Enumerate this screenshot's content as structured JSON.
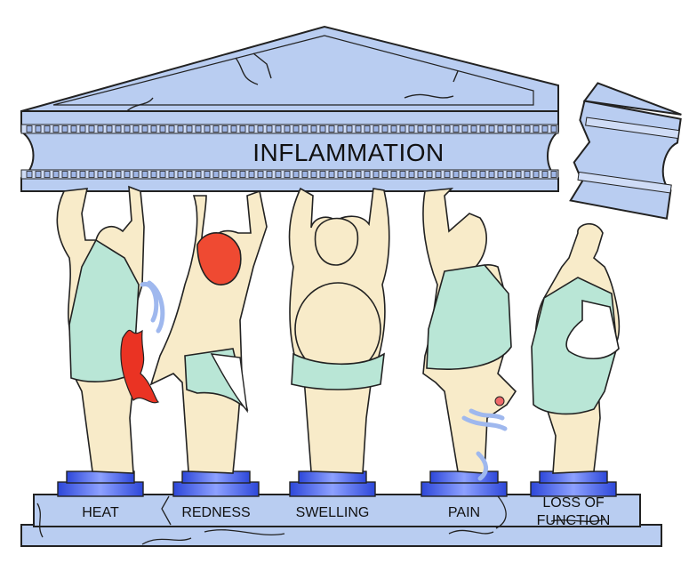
{
  "title": "INFLAMMATION",
  "pillars": [
    {
      "label": "HEAT"
    },
    {
      "label": "REDNESS"
    },
    {
      "label": "SWELLING"
    },
    {
      "label": "PAIN"
    },
    {
      "label": "LOSS OF",
      "label_line2": "FUNCTION"
    }
  ],
  "colors": {
    "stone": "#b9cdf1",
    "stone_dark": "#8fa9dd",
    "outline": "#222222",
    "skin": "#f8ebc9",
    "tunic": "#b9e6d6",
    "heat": "#ea3323",
    "redness": "#ef4a32",
    "pedestal": "#3556e8",
    "ache": "#9fb8ee",
    "bandage": "#ffffff"
  }
}
